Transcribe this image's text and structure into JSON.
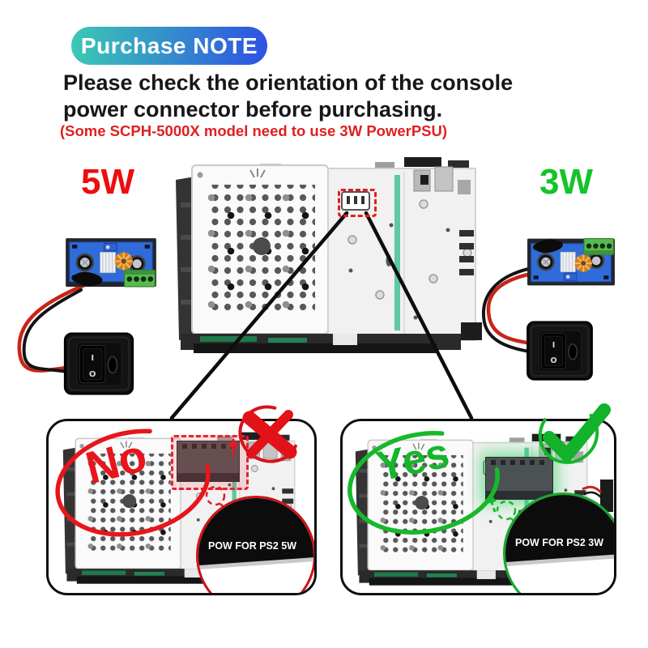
{
  "badge": {
    "label": "Purchase NOTE"
  },
  "heading": {
    "line1": "Please check the orientation of the console",
    "line2": "power connector before purchasing."
  },
  "subnote": {
    "text": "(Some SCPH-5000X model need to use 3W PowerPSU)"
  },
  "options": {
    "left": {
      "wattage": "5W"
    },
    "right": {
      "wattage": "3W"
    }
  },
  "switch": {
    "on_mark": "I",
    "off_mark": "O"
  },
  "panels": {
    "no": {
      "word": "No",
      "chip_label": "POW FOR PS2 5W",
      "mark_icon": "cross-icon"
    },
    "yes": {
      "word": "Yes",
      "chip_label": "POW FOR PS2 3W",
      "mark_icon": "check-icon"
    }
  },
  "colors": {
    "accent_red": "#e41b23",
    "accent_green": "#14b62a",
    "badge_gradient_start": "#3cc8b4",
    "badge_gradient_end": "#2d52e4",
    "pcb_blue": "#2f6cd9",
    "terminal_green": "#57bb50",
    "console_teal_stripe": "#5fc8a4"
  }
}
